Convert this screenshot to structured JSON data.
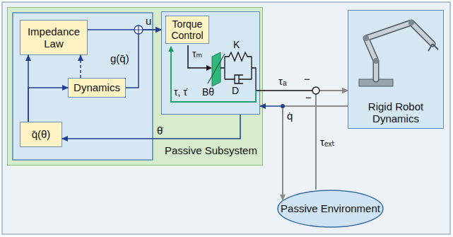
{
  "diagram": {
    "nodes": [
      {
        "text": [
          "Passive Subsystem"
        ]
      },
      {
        "text": [
          "Impedance Law"
        ],
        "in": 0
      },
      {
        "text": [
          "Dynamics"
        ],
        "in": 0
      },
      {
        "text": [
          "q̄(θ)"
        ],
        "in": 0
      },
      {
        "text": [
          "Torque Control"
        ],
        "in": 0
      },
      {
        "text": [
          "Rigid Robot Dynamics"
        ]
      },
      {
        "text": [
          "Passive Environment"
        ]
      }
    ],
    "edges": [
      {
        "from": 3,
        "to": 1,
        "arrow": "to"
      },
      {
        "from": 3,
        "to": 2,
        "arrow": "to"
      },
      {
        "from": 2,
        "to": 1,
        "arrow": "to"
      },
      {
        "from": 1,
        "to": 4,
        "label": "u",
        "arrow": "to"
      },
      {
        "from": 2,
        "to": 4,
        "label": "g(q̄)",
        "arrow": "to"
      },
      {
        "from": 4,
        "to": 3,
        "label": "θ̇",
        "arrow": "to"
      },
      {
        "from": 4,
        "to": 5,
        "label": "τₐ",
        "arrow": "to"
      },
      {
        "from": 5,
        "to": 4,
        "label": "q̇",
        "arrow": "to"
      },
      {
        "from": 5,
        "to": 6,
        "arrow": "to"
      },
      {
        "from": 6,
        "to": 5,
        "label": "τₑₓₜ",
        "arrow": "to"
      }
    ],
    "labels": [
      "τₘ",
      "Bθ",
      "K",
      "D",
      "τ, τ̇",
      "−",
      "−"
    ]
  }
}
